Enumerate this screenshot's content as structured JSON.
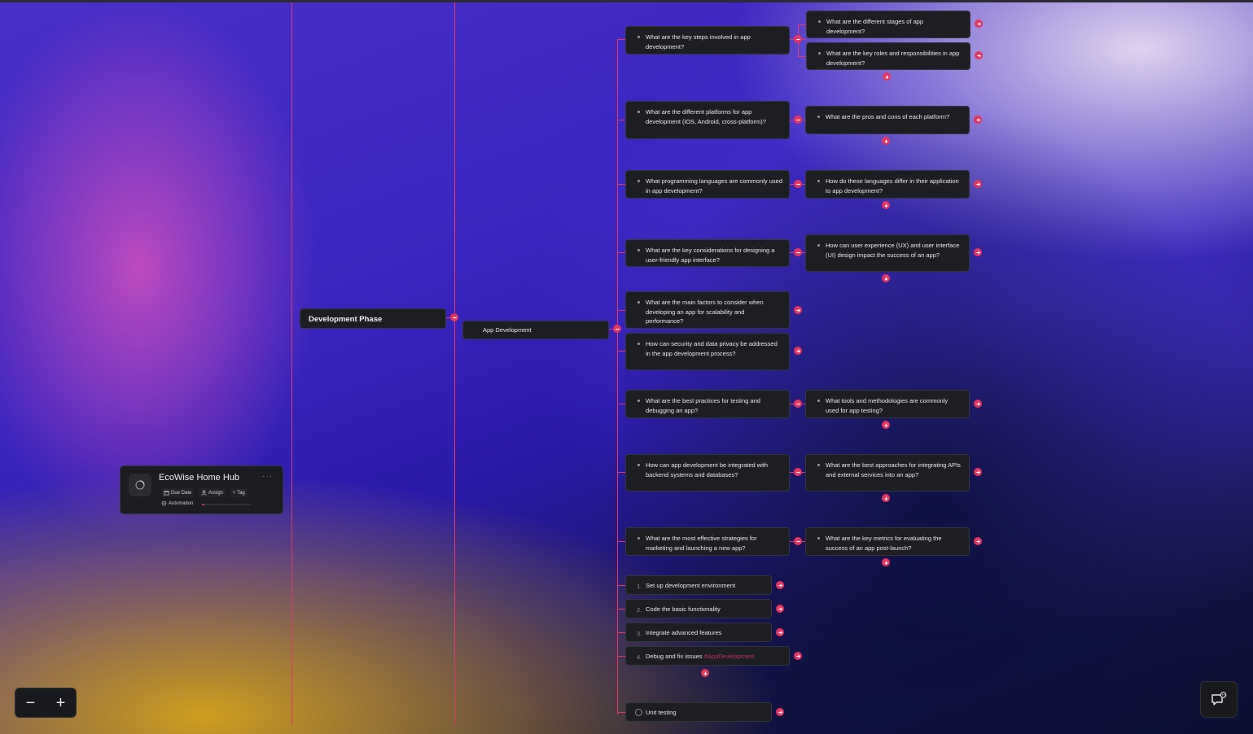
{
  "canvas": {
    "main_node": "Development Phase",
    "sub_node": "App Development",
    "questions": [
      {
        "text": "What are the key steps involved in app development?",
        "children": [
          "What are the different stages of app development?",
          "What are the key roles and responsibilities in app development?"
        ]
      },
      {
        "text": "What are the different platforms for app development (iOS, Android, cross-platform)?",
        "children": [
          "What are the pros and cons of each platform?"
        ]
      },
      {
        "text": "What programming languages are commonly used in app development?",
        "children": [
          "How do these languages differ in their application to app development?"
        ]
      },
      {
        "text": "What are the key considerations for designing a user-friendly app interface?",
        "children": [
          "How can user experience (UX) and user interface (UI) design impact the success of an app?"
        ]
      },
      {
        "text": "What are the main factors to consider when developing an app for scalability and performance?",
        "children": []
      },
      {
        "text": "How can security and data privacy be addressed in the app development process?",
        "children": []
      },
      {
        "text": "What are the best practices for testing and debugging an app?",
        "children": [
          "What tools and methodologies are commonly used for app testing?"
        ]
      },
      {
        "text": "How can app development be integrated with backend systems and databases?",
        "children": [
          "What are the best approaches for integrating APIs and external services into an app?"
        ]
      },
      {
        "text": "What are the most effective strategies for marketing and launching a new app?",
        "children": [
          "What are the key metrics for evaluating the success of an app post-launch?"
        ]
      }
    ],
    "steps": [
      {
        "num": "1.",
        "text": "Set up development environment"
      },
      {
        "num": "2.",
        "text": "Code the basic functionality"
      },
      {
        "num": "3.",
        "text": "Integrate advanced features"
      },
      {
        "num": "4.",
        "text": "Debug and fix issues",
        "tag": "#AppDevelopment"
      }
    ],
    "task": "Unit testing"
  },
  "project_card": {
    "title": "EcoWise Home Hub",
    "more": "···",
    "due_date": "Due Date",
    "assign": "Assign",
    "tag": "+ Tag",
    "automation": "Automation",
    "progress": 0.05
  },
  "zoom": {
    "minus": "−",
    "plus": "+"
  },
  "colors": {
    "accent": "#e8345f",
    "connector": "#e0386a",
    "node_bg": "#1d1e22"
  },
  "icons": [
    "minus-icon",
    "arrow-right-icon",
    "arrow-down-icon",
    "calendar-icon",
    "user-icon",
    "automation-icon",
    "chat-bot-icon"
  ]
}
